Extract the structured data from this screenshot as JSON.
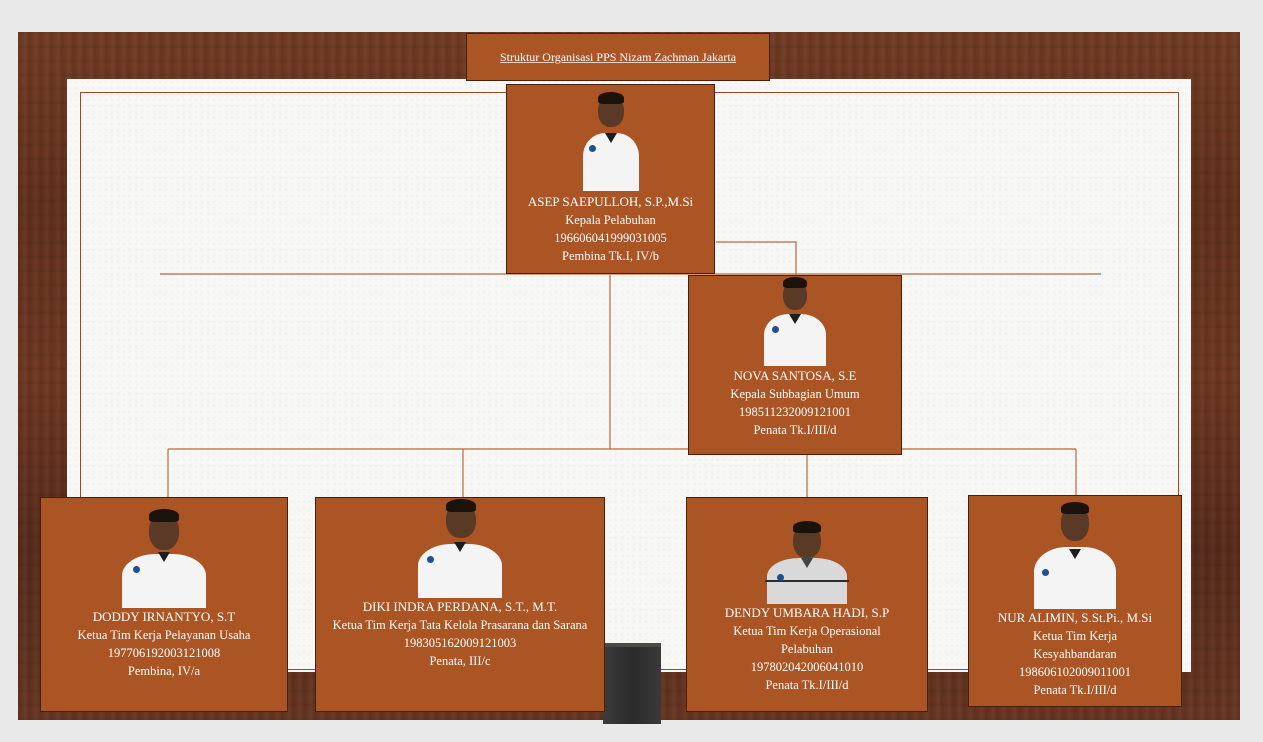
{
  "title": "Struktur Organisasi PPS Nizam Zachman Jakarta",
  "head": {
    "name": "ASEP SAEPULLOH, S.P.,M.Si",
    "role": "Kepala Pelabuhan",
    "nip": "196606041999031005",
    "rank": "Pembina Tk.I, IV/b"
  },
  "sub_head": {
    "name": "NOVA SANTOSA, S.E",
    "role": "Kepala Subbagian Umum",
    "nip": "198511232009121001",
    "rank": "Penata Tk.I/III/d"
  },
  "teams": [
    {
      "name": "DODDY IRNANTYO, S.T",
      "role": "Ketua Tim Kerja Pelayanan Usaha",
      "nip": "197706192003121008",
      "rank": "Pembina, IV/a"
    },
    {
      "name": "DIKI INDRA PERDANA, S.T., M.T.",
      "role": "Ketua Tim Kerja Tata Kelola Prasarana dan Sarana",
      "nip": "198305162009121003",
      "rank": "Penata, III/c"
    },
    {
      "name": "DENDY UMBARA HADI, S.P",
      "role": "Ketua Tim Kerja Operasional Pelabuhan",
      "nip": "197802042006041010",
      "rank": "Penata Tk.I/III/d"
    },
    {
      "name": "NUR ALIMIN, S.St.Pi., M.Si",
      "role": "Ketua Tim Kerja Kesyahbandaran",
      "nip": "198606102009011001",
      "rank": "Penata Tk.I/III/d"
    }
  ],
  "colors": {
    "card_fill": "#ab5424",
    "connector": "#b8693c",
    "board": "#f7f7f5"
  }
}
